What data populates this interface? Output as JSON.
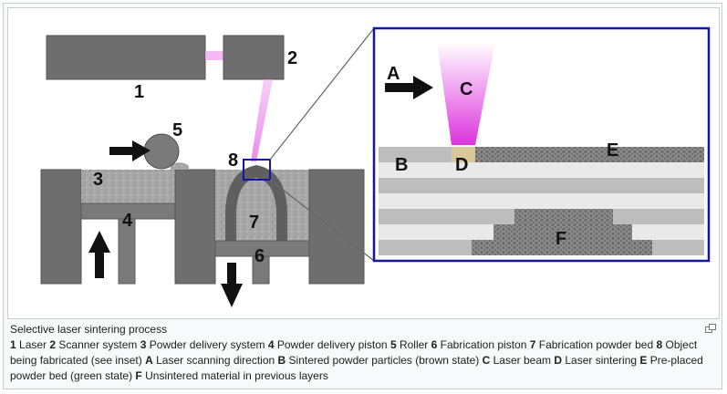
{
  "figure": {
    "labels": {
      "n1": "1",
      "n2": "2",
      "n3": "3",
      "n4": "4",
      "n5": "5",
      "n6": "6",
      "n7": "7",
      "n8": "8",
      "A": "A",
      "B": "B",
      "C": "C",
      "D": "D",
      "E": "E",
      "F": "F"
    }
  },
  "caption": {
    "title": "Selective laser sintering process",
    "items": [
      {
        "key": "1",
        "text": "Laser"
      },
      {
        "key": "2",
        "text": "Scanner system"
      },
      {
        "key": "3",
        "text": "Powder delivery system"
      },
      {
        "key": "4",
        "text": "Powder delivery piston"
      },
      {
        "key": "5",
        "text": "Roller"
      },
      {
        "key": "6",
        "text": "Fabrication piston"
      },
      {
        "key": "7",
        "text": "Fabrication powder bed"
      },
      {
        "key": "8",
        "text": "Object being fabricated (see inset)"
      },
      {
        "key": "A",
        "text": "Laser scanning direction"
      },
      {
        "key": "B",
        "text": "Sintered powder particles (brown state)"
      },
      {
        "key": "C",
        "text": "Laser beam"
      },
      {
        "key": "D",
        "text": "Laser sintering"
      },
      {
        "key": "E",
        "text": "Pre-placed powder bed (green state)"
      },
      {
        "key": "F",
        "text": "Unsintered material in previous layers"
      }
    ]
  },
  "colors": {
    "dark_gray": "#6e6e6e",
    "powder": "#a9a9a9",
    "inset_border": "#1515a8",
    "laser": "#e055e0"
  },
  "icons": {
    "enlarge": "magnify-icon"
  }
}
